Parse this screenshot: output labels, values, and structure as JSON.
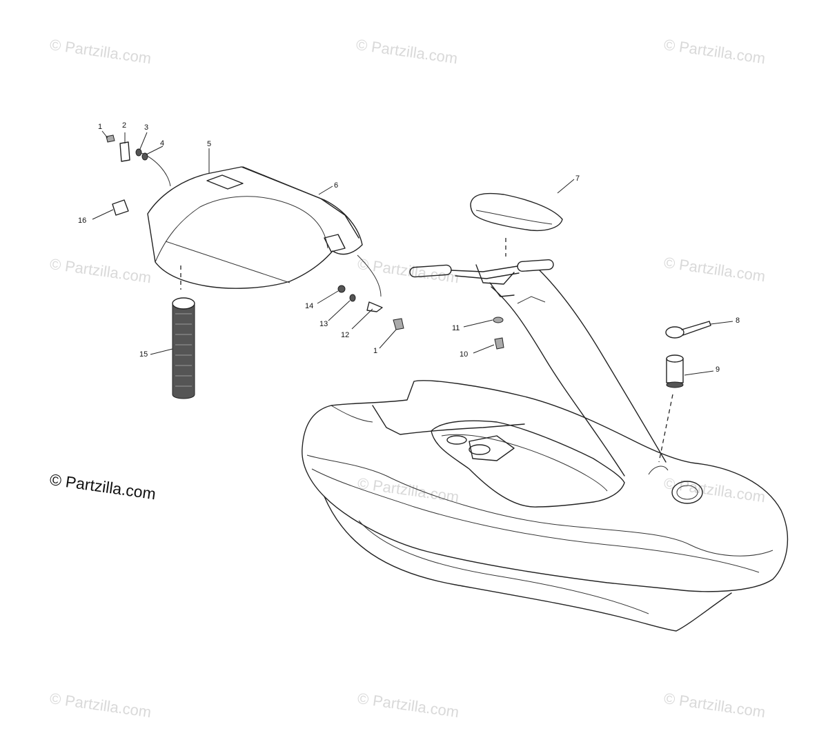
{
  "watermark": {
    "text": "© Partzilla.com",
    "color": "#d9d9d9",
    "main_color": "#111111"
  },
  "callouts": [
    "1",
    "2",
    "3",
    "4",
    "5",
    "6",
    "7",
    "8",
    "9",
    "10",
    "11",
    "12",
    "13",
    "14",
    "15",
    "16",
    "1"
  ]
}
